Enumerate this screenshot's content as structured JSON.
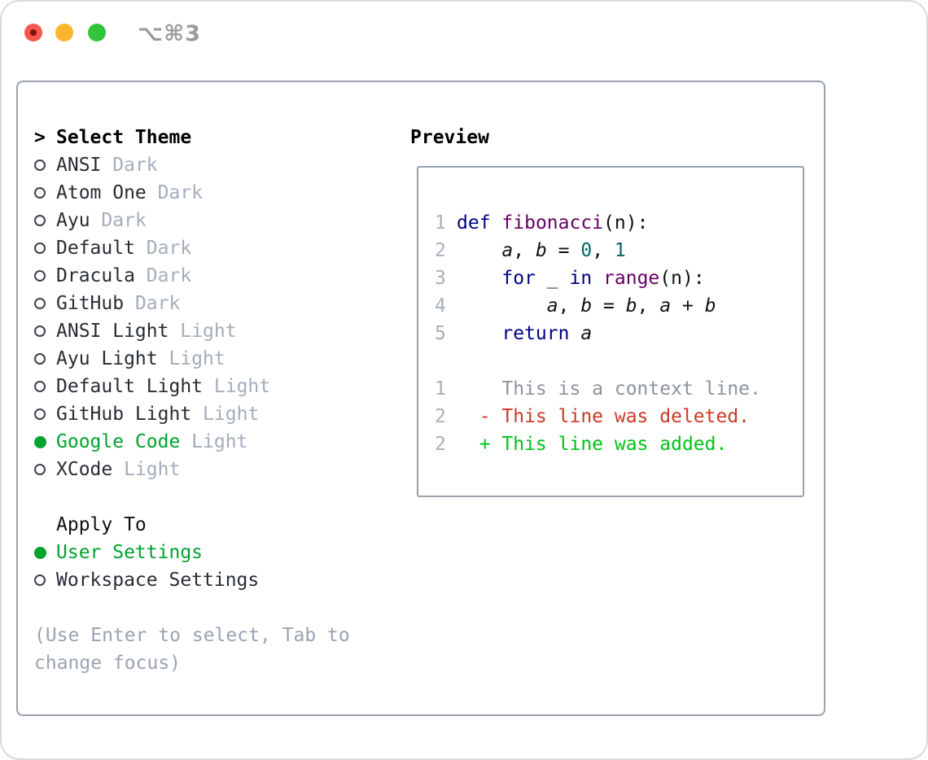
{
  "window": {
    "title": "⌥⌘3",
    "traffic_lights": [
      "close",
      "minimize",
      "zoom"
    ]
  },
  "theme_picker": {
    "prompt": ">",
    "title": "Select Theme",
    "themes": [
      {
        "name": "ANSI",
        "variant": "Dark",
        "selected": false
      },
      {
        "name": "Atom One",
        "variant": "Dark",
        "selected": false
      },
      {
        "name": "Ayu",
        "variant": "Dark",
        "selected": false
      },
      {
        "name": "Default",
        "variant": "Dark",
        "selected": false
      },
      {
        "name": "Dracula",
        "variant": "Dark",
        "selected": false
      },
      {
        "name": "GitHub",
        "variant": "Dark",
        "selected": false
      },
      {
        "name": "ANSI Light",
        "variant": "Light",
        "selected": false
      },
      {
        "name": "Ayu Light",
        "variant": "Light",
        "selected": false
      },
      {
        "name": "Default Light",
        "variant": "Light",
        "selected": false
      },
      {
        "name": "GitHub Light",
        "variant": "Light",
        "selected": false
      },
      {
        "name": "Google Code",
        "variant": "Light",
        "selected": true
      },
      {
        "name": "XCode",
        "variant": "Light",
        "selected": false
      }
    ],
    "apply_to": {
      "title": "Apply To",
      "options": [
        {
          "label": "User Settings",
          "selected": true
        },
        {
          "label": "Workspace Settings",
          "selected": false
        }
      ]
    },
    "hint": "(Use Enter to select, Tab to change focus)"
  },
  "preview": {
    "title": "Preview",
    "lines": [
      {
        "num": "1",
        "tokens": [
          {
            "t": "def",
            "s": "kw"
          },
          {
            "t": " ",
            "s": "plain"
          },
          {
            "t": "fibonacci",
            "s": "fn"
          },
          {
            "t": "(n):",
            "s": "plain"
          }
        ]
      },
      {
        "num": "2",
        "tokens": [
          {
            "t": "    ",
            "s": "plain"
          },
          {
            "t": "a",
            "s": "var"
          },
          {
            "t": ", ",
            "s": "plain"
          },
          {
            "t": "b",
            "s": "var"
          },
          {
            "t": " = ",
            "s": "plain"
          },
          {
            "t": "0",
            "s": "num"
          },
          {
            "t": ", ",
            "s": "plain"
          },
          {
            "t": "1",
            "s": "num"
          }
        ]
      },
      {
        "num": "3",
        "tokens": [
          {
            "t": "    ",
            "s": "plain"
          },
          {
            "t": "for",
            "s": "kw"
          },
          {
            "t": " _ ",
            "s": "plain"
          },
          {
            "t": "in",
            "s": "kw"
          },
          {
            "t": " ",
            "s": "plain"
          },
          {
            "t": "range",
            "s": "fn"
          },
          {
            "t": "(n):",
            "s": "plain"
          }
        ]
      },
      {
        "num": "4",
        "tokens": [
          {
            "t": "        ",
            "s": "plain"
          },
          {
            "t": "a",
            "s": "var"
          },
          {
            "t": ", ",
            "s": "plain"
          },
          {
            "t": "b",
            "s": "var"
          },
          {
            "t": " = ",
            "s": "plain"
          },
          {
            "t": "b",
            "s": "var"
          },
          {
            "t": ", ",
            "s": "plain"
          },
          {
            "t": "a",
            "s": "var"
          },
          {
            "t": " + ",
            "s": "plain"
          },
          {
            "t": "b",
            "s": "var"
          }
        ]
      },
      {
        "num": "5",
        "tokens": [
          {
            "t": "    ",
            "s": "plain"
          },
          {
            "t": "return",
            "s": "kw"
          },
          {
            "t": " ",
            "s": "plain"
          },
          {
            "t": "a",
            "s": "var"
          }
        ]
      },
      {
        "num": "",
        "tokens": []
      },
      {
        "num": "1",
        "tokens": [
          {
            "t": "    This is a context line.",
            "s": "ctx"
          }
        ]
      },
      {
        "num": "2",
        "tokens": [
          {
            "t": "  - This line was deleted.",
            "s": "del"
          }
        ]
      },
      {
        "num": "2",
        "tokens": [
          {
            "t": "  + This line was added.",
            "s": "add"
          }
        ]
      }
    ]
  },
  "colors": {
    "accent_green": "#00a32e",
    "diff_added": "#00c316",
    "diff_deleted": "#c93a27",
    "code_keyword": "#000088",
    "code_title": "#660066",
    "code_number": "#006666",
    "code_context": "#8d939c",
    "gutter_gray": "#a7afbc",
    "dim_gray": "#a4adbb",
    "hint_gray": "#9aa3b1",
    "border_gray": "#99a2ad",
    "text_dark": "#272c33",
    "tl_red": "#f4574e",
    "tl_red_dot": "#7e150b",
    "tl_yellow": "#fbb62d",
    "tl_green": "#31c53a"
  }
}
